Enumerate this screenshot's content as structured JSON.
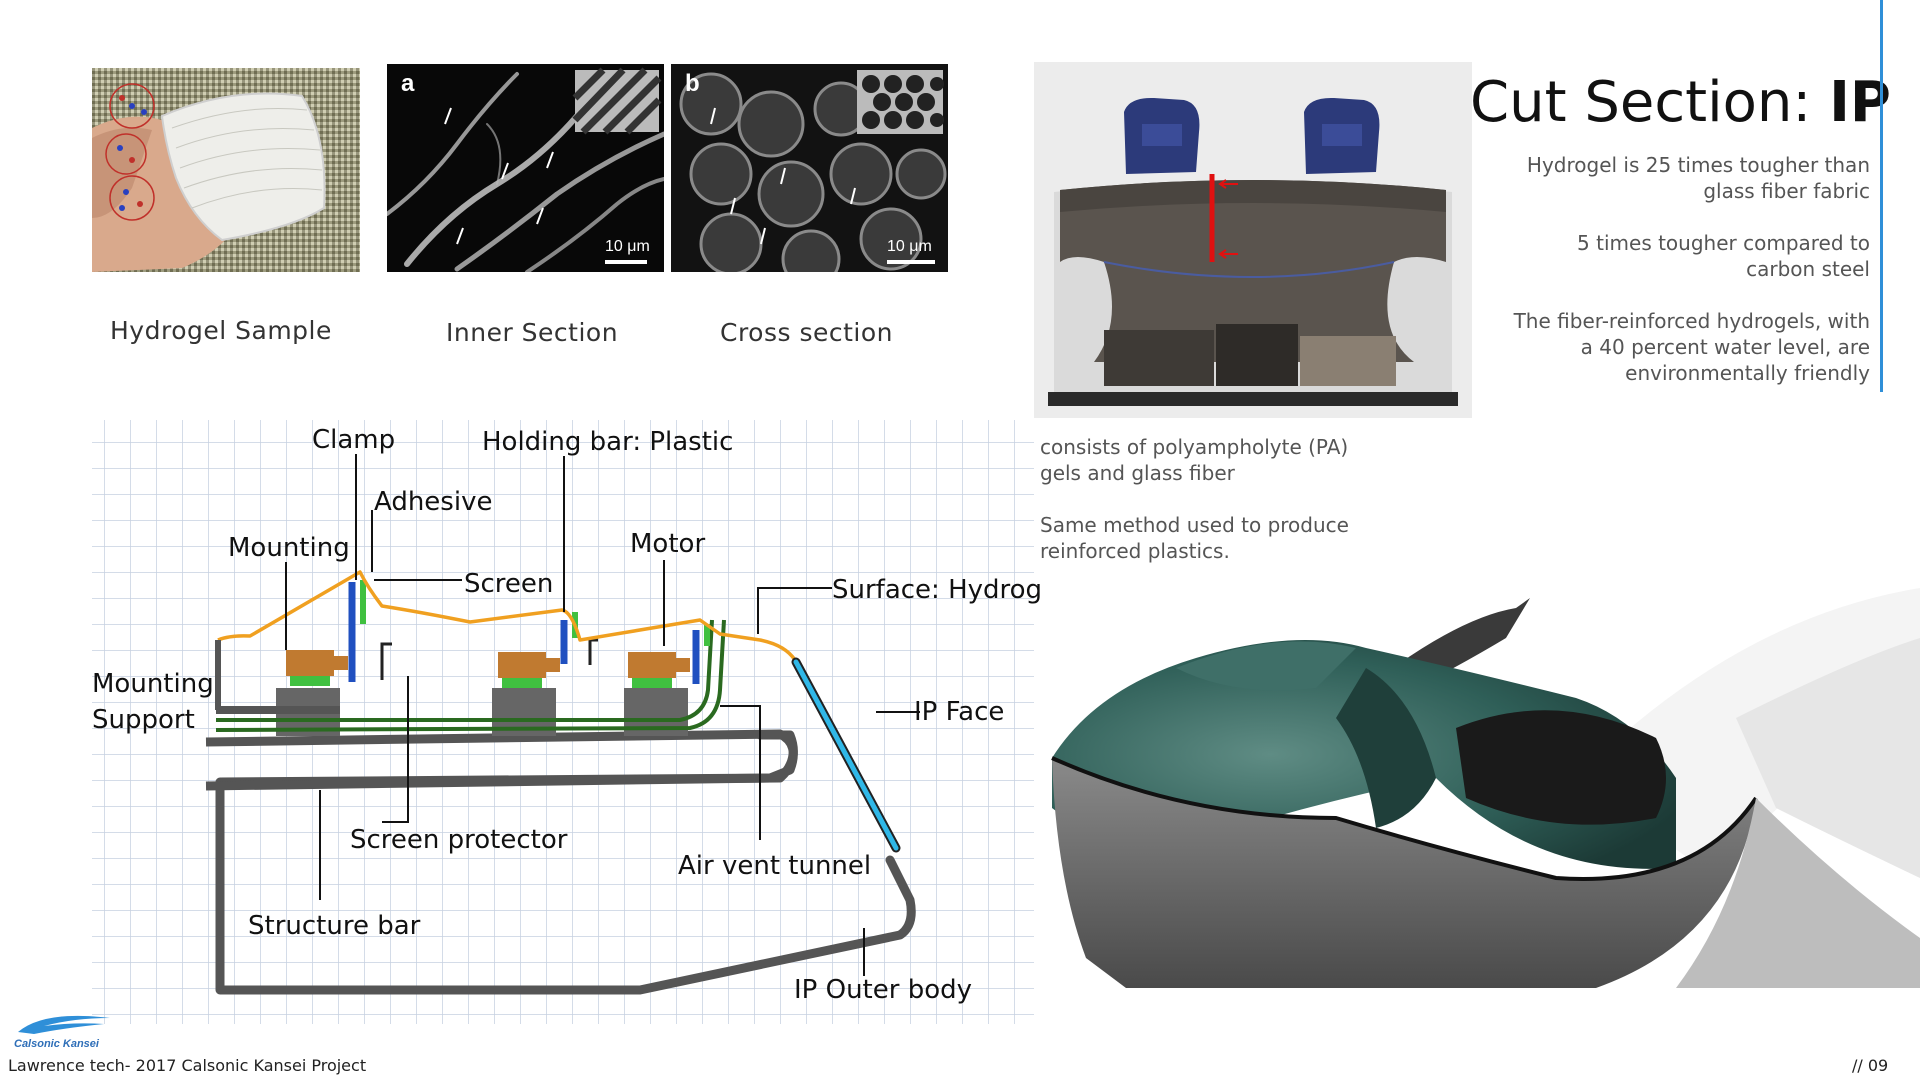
{
  "photos": {
    "sample_label": "Hydrogel Sample",
    "inner_label": "Inner Section",
    "cross_label": "Cross section",
    "inner_letter": "a",
    "cross_letter": "b",
    "scale_inner": "10 μm",
    "scale_cross": "10 μm"
  },
  "heading": {
    "title_light": "Cut Section: ",
    "title_bold": "IP"
  },
  "facts": {
    "fact1_line1": "Hydrogel is 25 times tougher than",
    "fact1_line2": "glass fiber fabric",
    "fact2_line1": "5 times tougher compared to",
    "fact2_line2": "carbon steel",
    "fact3_line1": "The fiber-reinforced hydrogels, with",
    "fact3_line2": "a 40 percent water level, are",
    "fact3_line3": "environmentally friendly"
  },
  "description": {
    "para1_line1": "consists of polyampholyte (PA)",
    "para1_line2": "gels and glass fiber",
    "para2_line1": "Same method used to produce",
    "para2_line2": "reinforced plastics."
  },
  "diagram": {
    "clamp": "Clamp",
    "holding_bar": "Holding bar: Plastic",
    "adhesive": "Adhesive",
    "mounting": "Mounting",
    "screen": "Screen",
    "motor": "Motor",
    "surface": "Surface: Hydrogel",
    "mounting_support_1": "Mounting",
    "mounting_support_2": "Support",
    "ip_face": "IP Face",
    "screen_protector": "Screen protector",
    "air_vent": "Air vent tunnel",
    "structure_bar": "Structure bar",
    "ip_outer": "IP Outer body"
  },
  "footer": {
    "brand": "Calsonic Kansei",
    "project": "Lawrence tech- 2017 Calsonic Kansei Project",
    "page": "// 09"
  },
  "colors": {
    "accent_blue": "#2f8fd8",
    "hydrogel_teal": "#2f5f58",
    "surface_orange": "#f0a020",
    "vent_green": "#2a6a20",
    "motor_brown": "#c07a30",
    "screen_blue": "#2050c0",
    "face_cyan": "#30b8e8"
  }
}
